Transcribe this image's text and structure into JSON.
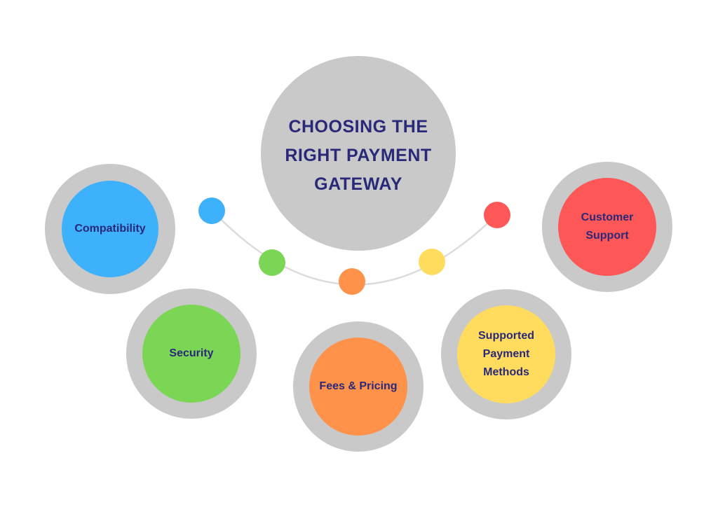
{
  "center": {
    "title": "CHOOSING THE RIGHT PAYMENT GATEWAY"
  },
  "colors": {
    "ring": "#c9c9c9",
    "text": "#2a2979",
    "arc": "#dcdcdc"
  },
  "nodes": [
    {
      "id": "compatibility",
      "label": "Compatibility",
      "color": "#3db1fb"
    },
    {
      "id": "security",
      "label": "Security",
      "color": "#7bd655"
    },
    {
      "id": "fees-pricing",
      "label": "Fees & Pricing",
      "color": "#ff924a"
    },
    {
      "id": "supported-payment-methods",
      "label": "Supported Payment Methods",
      "color": "#ffdc5e"
    },
    {
      "id": "customer-support",
      "label": "Customer Support",
      "color": "#fe5757"
    }
  ],
  "dots": [
    {
      "color": "#3db1fb"
    },
    {
      "color": "#7bd655"
    },
    {
      "color": "#ff924a"
    },
    {
      "color": "#ffdc5e"
    },
    {
      "color": "#fe5757"
    }
  ]
}
